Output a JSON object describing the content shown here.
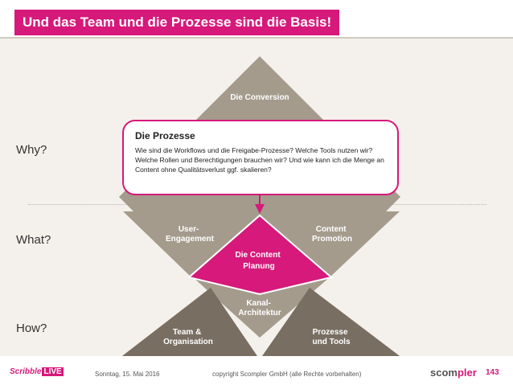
{
  "title": "Und das Team und die Prozesse sind die Basis!",
  "rows": {
    "why": "Why?",
    "what": "What?",
    "how": "How?"
  },
  "segments": {
    "conversion": "Die Conversion",
    "user_engagement": [
      "User-",
      "Engagement"
    ],
    "content_promotion": [
      "Content",
      "Promotion"
    ],
    "content_planung": [
      "Die Content",
      "Planung"
    ],
    "kanal_architektur": [
      "Kanal-",
      "Architektur"
    ],
    "team_organisation": [
      "Team &",
      "Organisation"
    ],
    "prozesse_tools": [
      "Prozesse",
      "und Tools"
    ]
  },
  "callout": {
    "title": "Die Prozesse",
    "text": "Wie sind die Workflows und die Freigabe-Prozesse? Welche Tools nutzen wir? Welche Rollen und Berechtigungen brauchen wir? Und wie kann ich die Menge an Content ohne Qualitätsverlust ggf. skalieren?"
  },
  "footer": {
    "logo_left": "Scribble",
    "logo_left_accent": "LIVE",
    "date": "Sonntag, 15. Mai 2016",
    "copyright": "copyright Scompler GmbH (alle Rechte vorbehalten)",
    "logo_right": "scom",
    "logo_right_accent": "pler",
    "page_number": "143"
  },
  "colors": {
    "accent": "#d6197a",
    "segment_taupe": "#a49b8c",
    "segment_dark": "#786e62",
    "background": "#f4f1ec"
  }
}
